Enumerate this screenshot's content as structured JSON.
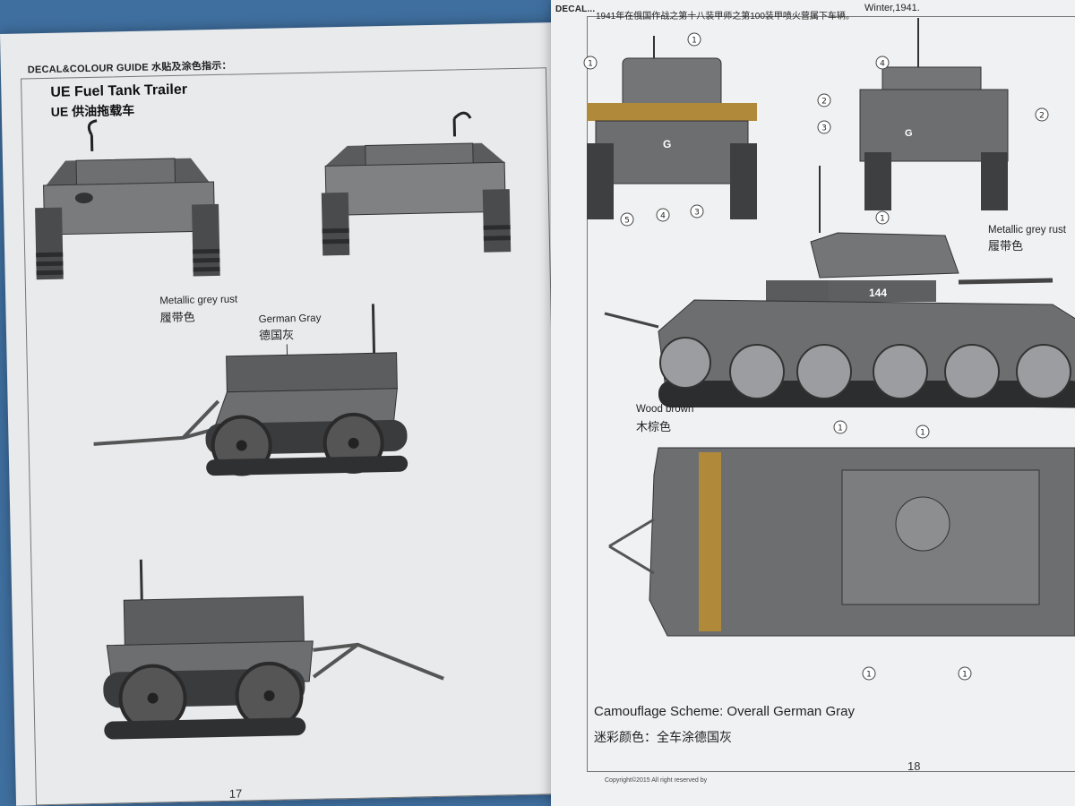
{
  "left_page": {
    "header": "DECAL&COLOUR GUIDE 水贴及涂色指示：",
    "title_en": "UE  Fuel Tank Trailer",
    "title_cn": "UE 供油拖载车",
    "labels": {
      "track_en": "Metallic grey rust",
      "track_cn": "履带色",
      "body_en": "German Gray",
      "body_cn": "德国灰"
    },
    "page_number": "17"
  },
  "right_page": {
    "header": "DECAL...",
    "option_text_1": "Winter,1941.",
    "option_text_2": "1941年在俄国作战之第十八装甲师之第100装甲喷火营属下车辆。",
    "labels": {
      "track_en": "Metallic grey rust",
      "track_cn": "履带色",
      "wood_en": "Wood brown",
      "wood_cn": "木棕色"
    },
    "turret_number": "144",
    "hull_letter": "G",
    "callouts": [
      "①",
      "②",
      "③",
      "④",
      "⑤"
    ],
    "camouflage_en": "Camouflage Scheme: Overall German Gray",
    "camouflage_cn": "迷彩颜色：全车涂德国灰",
    "copyright": "Copyright©2015  All right reserved by",
    "page_number": "18"
  },
  "colors": {
    "german_gray": "#6d6e70",
    "dark_gray": "#3e3f41",
    "wood": "#b08a3a",
    "paper": "#eef0f1",
    "background": "#3f6f9f"
  }
}
